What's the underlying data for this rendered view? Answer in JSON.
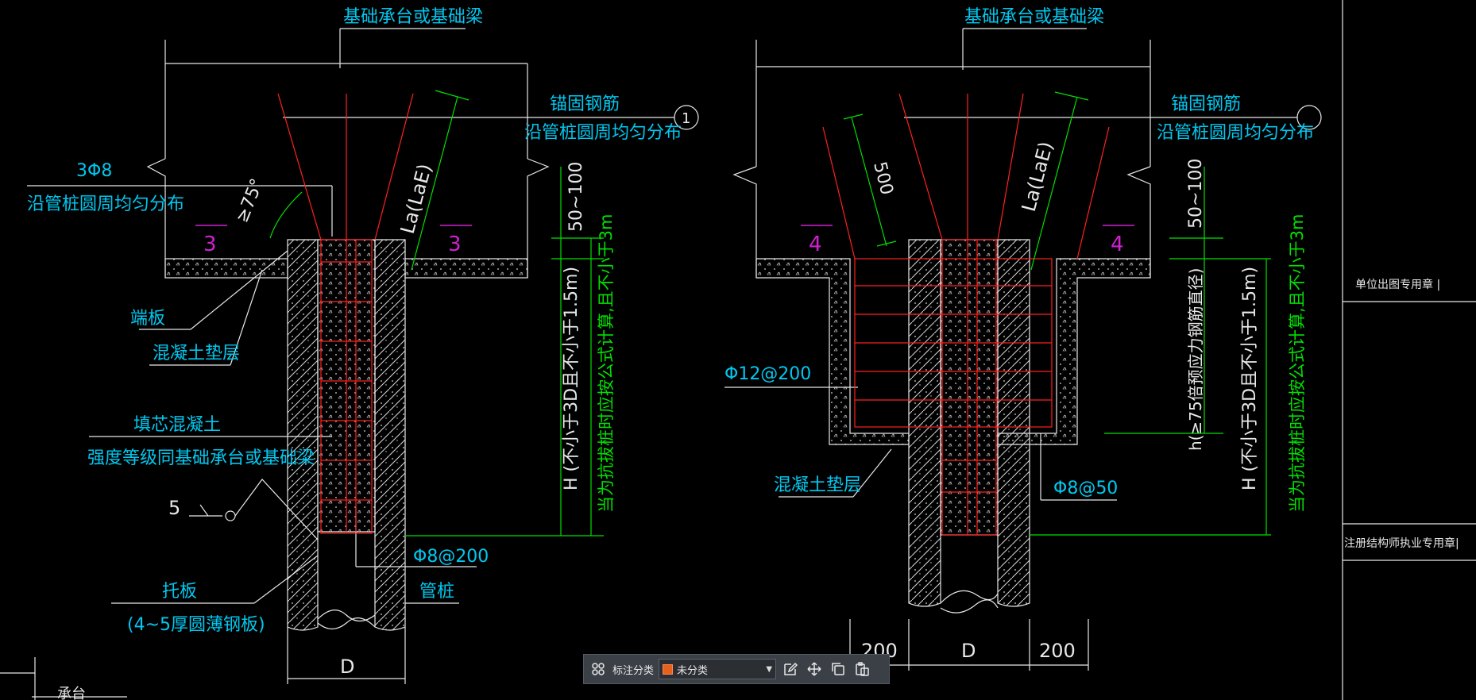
{
  "drawing": {
    "left_detail": {
      "top_label": "基础承台或基础梁",
      "anchor_label1": "锚固钢筋",
      "anchor_label2": "沿管桩圆周均匀分布",
      "callout": "1",
      "bar_label": "3Φ8",
      "bar_label2": "沿管桩圆周均匀分布",
      "angle": "≥75°",
      "la": "La(LaE)",
      "section_mark": "3",
      "end_plate": "端板",
      "cushion": "混凝土垫层",
      "fill1": "填芯混凝土",
      "fill2": "强度等级同基础承台或基础梁",
      "weld": "5",
      "plate1": "托板",
      "plate2": "(4~5厚圆薄钢板)",
      "d": "D",
      "dim_50_100": "50~100",
      "h_label": "H (不小于3D且不小于1.5m)",
      "h_green": "当为抗拔桩时应按公式计算,且不小于3m",
      "ring": "Φ8@200",
      "pipe": "管桩"
    },
    "right_detail": {
      "top_label": "基础承台或基础梁",
      "anchor_label1": "锚固钢筋",
      "anchor_label2": "沿管桩圆周均匀分布",
      "dim_500": "500",
      "la": "La(LaE)",
      "section_mark": "4",
      "dim_50_100": "50~100",
      "stirrup": "Φ12@200",
      "h_small": "h(≥75倍预应力钢筋直径)",
      "h_label": "H (不小于3D且不小于1.5m)",
      "h_green": "当为抗拔桩时应按公式计算,且不小于3m",
      "cushion": "混凝土垫层",
      "ring": "Φ8@50",
      "dim_200_left": "200",
      "d": "D",
      "dim_200_right": "200"
    },
    "corner_text": "承台"
  },
  "title_block": {
    "unit_stamp": "单位出图专用章 |",
    "engineer_stamp": "注册结构师执业专用章|"
  },
  "toolbar": {
    "label": "标注分类",
    "selected": "未分类",
    "swatch_color": "#e8601c",
    "icons": [
      "grid-icon",
      "edit-icon",
      "move-icon",
      "copy-icon",
      "paste-icon"
    ]
  },
  "colors": {
    "background": "#000000",
    "line_white": "#e8e8e8",
    "rebar_red": "#ff2020",
    "text_cyan": "#00c8f0",
    "dim_green": "#00e000",
    "section_magenta": "#d020d0"
  }
}
